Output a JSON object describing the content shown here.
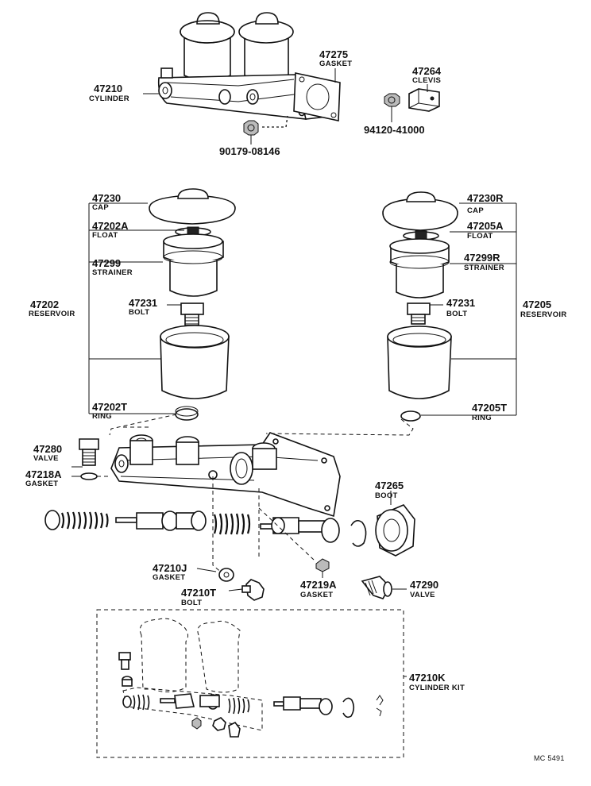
{
  "callouts": {
    "c47275": {
      "number": "47275",
      "name": "GASKET"
    },
    "c47264": {
      "number": "47264",
      "name": "CLEVIS"
    },
    "c47210": {
      "number": "47210",
      "name": "CYLINDER"
    },
    "c94120": {
      "number": "94120-41000"
    },
    "c90179": {
      "number": "90179-08146"
    },
    "c47230": {
      "number": "47230",
      "name": "CAP"
    },
    "c47202A": {
      "number": "47202A",
      "name": "FLOAT"
    },
    "c47299": {
      "number": "47299",
      "name": "STRAINER"
    },
    "c47202": {
      "number": "47202",
      "name": "RESERVOIR"
    },
    "c47231L": {
      "number": "47231",
      "name": "BOLT"
    },
    "c47202T": {
      "number": "47202T",
      "name": "RING"
    },
    "c47230R": {
      "number": "47230R",
      "name": "CAP"
    },
    "c47205A": {
      "number": "47205A",
      "name": "FLOAT"
    },
    "c47299R": {
      "number": "47299R",
      "name": "STRAINER"
    },
    "c47205": {
      "number": "47205",
      "name": "RESERVOIR"
    },
    "c47231R": {
      "number": "47231",
      "name": "BOLT"
    },
    "c47205T": {
      "number": "47205T",
      "name": "RING"
    },
    "c47280": {
      "number": "47280",
      "name": "VALVE"
    },
    "c47218A": {
      "number": "47218A",
      "name": "GASKET"
    },
    "c47265": {
      "number": "47265",
      "name": "BOOT"
    },
    "c47210J": {
      "number": "47210J",
      "name": "GASKET"
    },
    "c47219A": {
      "number": "47219A",
      "name": "GASKET"
    },
    "c47290": {
      "number": "47290",
      "name": "VALVE"
    },
    "c47210T": {
      "number": "47210T",
      "name": "BOLT"
    },
    "c47210K": {
      "number": "47210K",
      "name": "CYLINDER KIT"
    }
  },
  "drawing_code": "MC 5491"
}
